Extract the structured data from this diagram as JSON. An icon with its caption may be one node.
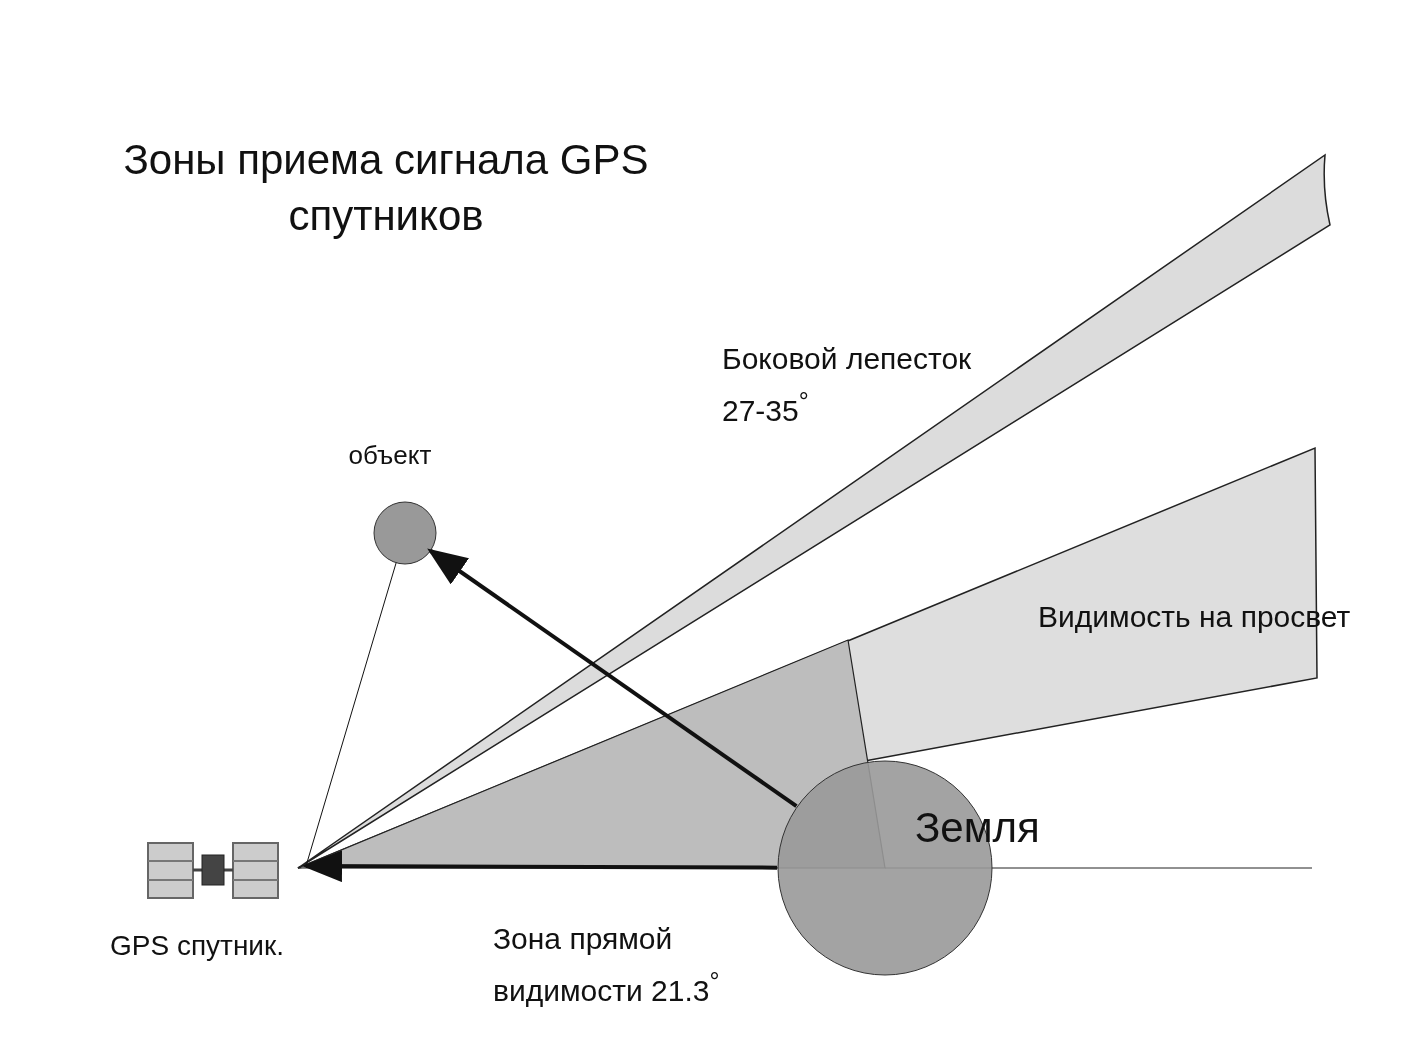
{
  "diagram": {
    "title": "Зоны приема сигнала GPS спутников",
    "nodes": [
      {
        "text": [
          "объект"
        ]
      },
      {
        "text": [
          "Земля"
        ]
      },
      {
        "text": [
          "GPS спутник."
        ]
      }
    ],
    "edges": [
      {
        "from": 1,
        "to": 0,
        "arrow": "to"
      },
      {
        "from": 1,
        "to": 2,
        "arrow": "to"
      },
      {
        "from": 2,
        "to": 0,
        "arrow": "none"
      }
    ],
    "labels": [
      "Боковой лепесток 27-35$^{°}$",
      "Видимость на просвет",
      "Зона прямой видимости 21.3$^{°}$"
    ]
  }
}
